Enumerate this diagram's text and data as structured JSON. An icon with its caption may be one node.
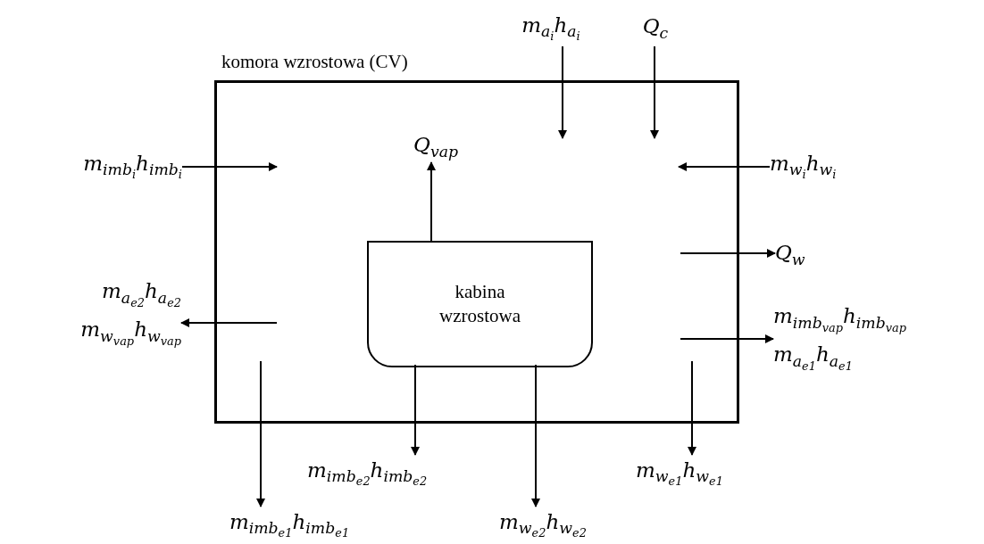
{
  "diagram": {
    "nodes": [
      {
        "text": [
          "komora wzrostowa (CV)"
        ]
      },
      {
        "text": [
          "kabina wzrostowa"
        ],
        "in": 0
      },
      {
        "text": [
          "m$_{a}$$_{i}$h$_{a}$$_{i}$"
        ]
      },
      {
        "text": [
          "Q$_{c}$"
        ]
      },
      {
        "text": [
          "m$_{imb}$$_{i}$h$_{imb}$$_{i}$"
        ]
      },
      {
        "text": [
          "Q$_{vap}$"
        ],
        "in": 0
      },
      {
        "text": [
          "m$_{w}$$_{i}$h$_{w}$$_{i}$"
        ]
      },
      {
        "text": [
          "Q$_{w}$"
        ]
      },
      {
        "text": [
          "m$_{a}$$_{e2}$h$_{a}$$_{e2}$",
          "m$_{w}$$_{vap}$h$_{w}$$_{vap}$"
        ]
      },
      {
        "text": [
          "m$_{imb}$$_{vap}$h$_{imb}$$_{vap}$",
          "m$_{a}$$_{e1}$h$_{a}$$_{e1}$"
        ]
      },
      {
        "text": [
          "m$_{imb}$$_{e1}$h$_{imb}$$_{e1}$"
        ]
      },
      {
        "text": [
          "m$_{imb}$$_{e2}$h$_{imb}$$_{e2}$"
        ]
      },
      {
        "text": [
          "m$_{w}$$_{e2}$h$_{w}$$_{e2}$"
        ]
      },
      {
        "text": [
          "m$_{w}$$_{e1}$h$_{w}$$_{e1}$"
        ]
      }
    ],
    "edges": [
      {
        "from": 2,
        "to": null,
        "arrow": "to"
      },
      {
        "from": 3,
        "to": null,
        "arrow": "to"
      },
      {
        "from": 4,
        "to": null,
        "arrow": "to"
      },
      {
        "from": 1,
        "to": 5,
        "arrow": "to"
      },
      {
        "from": 6,
        "to": null,
        "arrow": "to"
      },
      {
        "from": null,
        "to": 7,
        "arrow": "to"
      },
      {
        "from": null,
        "to": 8,
        "arrow": "to"
      },
      {
        "from": null,
        "to": 9,
        "arrow": "to"
      },
      {
        "from": null,
        "to": 10,
        "arrow": "to"
      },
      {
        "from": 1,
        "to": 11,
        "arrow": "to"
      },
      {
        "from": 1,
        "to": 12,
        "arrow": "to"
      },
      {
        "from": null,
        "to": 13,
        "arrow": "to"
      }
    ]
  }
}
